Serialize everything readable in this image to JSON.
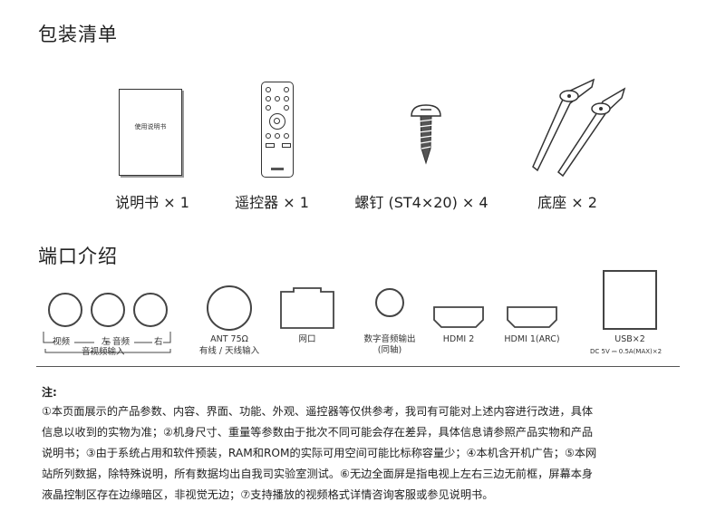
{
  "packing": {
    "title": "包装清单",
    "items": [
      {
        "label": "说明书 × 1",
        "icon": "manual-book-icon",
        "book_text": "使用说明书"
      },
      {
        "label": "遥控器 × 1",
        "icon": "remote-control-icon"
      },
      {
        "label": "螺钉 (ST4×20) × 4",
        "icon": "screw-icon"
      },
      {
        "label": "底座 × 2",
        "icon": "stand-leg-icon"
      }
    ]
  },
  "ports": {
    "title": "端口介绍",
    "av": {
      "video": "视频",
      "left": "左",
      "audio": "音频",
      "right": "右",
      "group": "音视频输入"
    },
    "ant": {
      "line1": "ANT 75Ω",
      "line2": "有线 / 天线输入"
    },
    "lan": {
      "label": "网口"
    },
    "spdif": {
      "line1": "数字音频输出",
      "line2": "(同轴)"
    },
    "hdmi2": {
      "label": "HDMI 2"
    },
    "hdmi1": {
      "label": "HDMI 1(ARC)"
    },
    "usb": {
      "label": "USB×2",
      "spec": "DC 5V ⎓ 0.5A(MAX)×2"
    }
  },
  "notes": {
    "title": "注:",
    "lines": [
      "①本页面展示的产品参数、内容、界面、功能、外观、遥控器等仅供参考，我司有可能对上述内容进行改进，具体",
      "信息以收到的实物为准；②机身尺寸、重量等参数由于批次不同可能会存在差异，具体信息请参照产品实物和产品",
      "说明书；③由于系统占用和软件预装，RAM和ROM的实际可用空间可能比标称容量少；④本机含开机广告；⑤本网",
      "站所列数据，除特殊说明，所有数据均出自我司实验室测试。⑥无边全面屏是指电视上左右三边无前框，屏幕本身",
      "液晶控制区存在边缘暗区，非视觉无边；⑦支持播放的视频格式详情咨询客服或参见说明书。"
    ]
  },
  "colors": {
    "text": "#222222",
    "line": "#444444",
    "background": "#ffffff"
  }
}
